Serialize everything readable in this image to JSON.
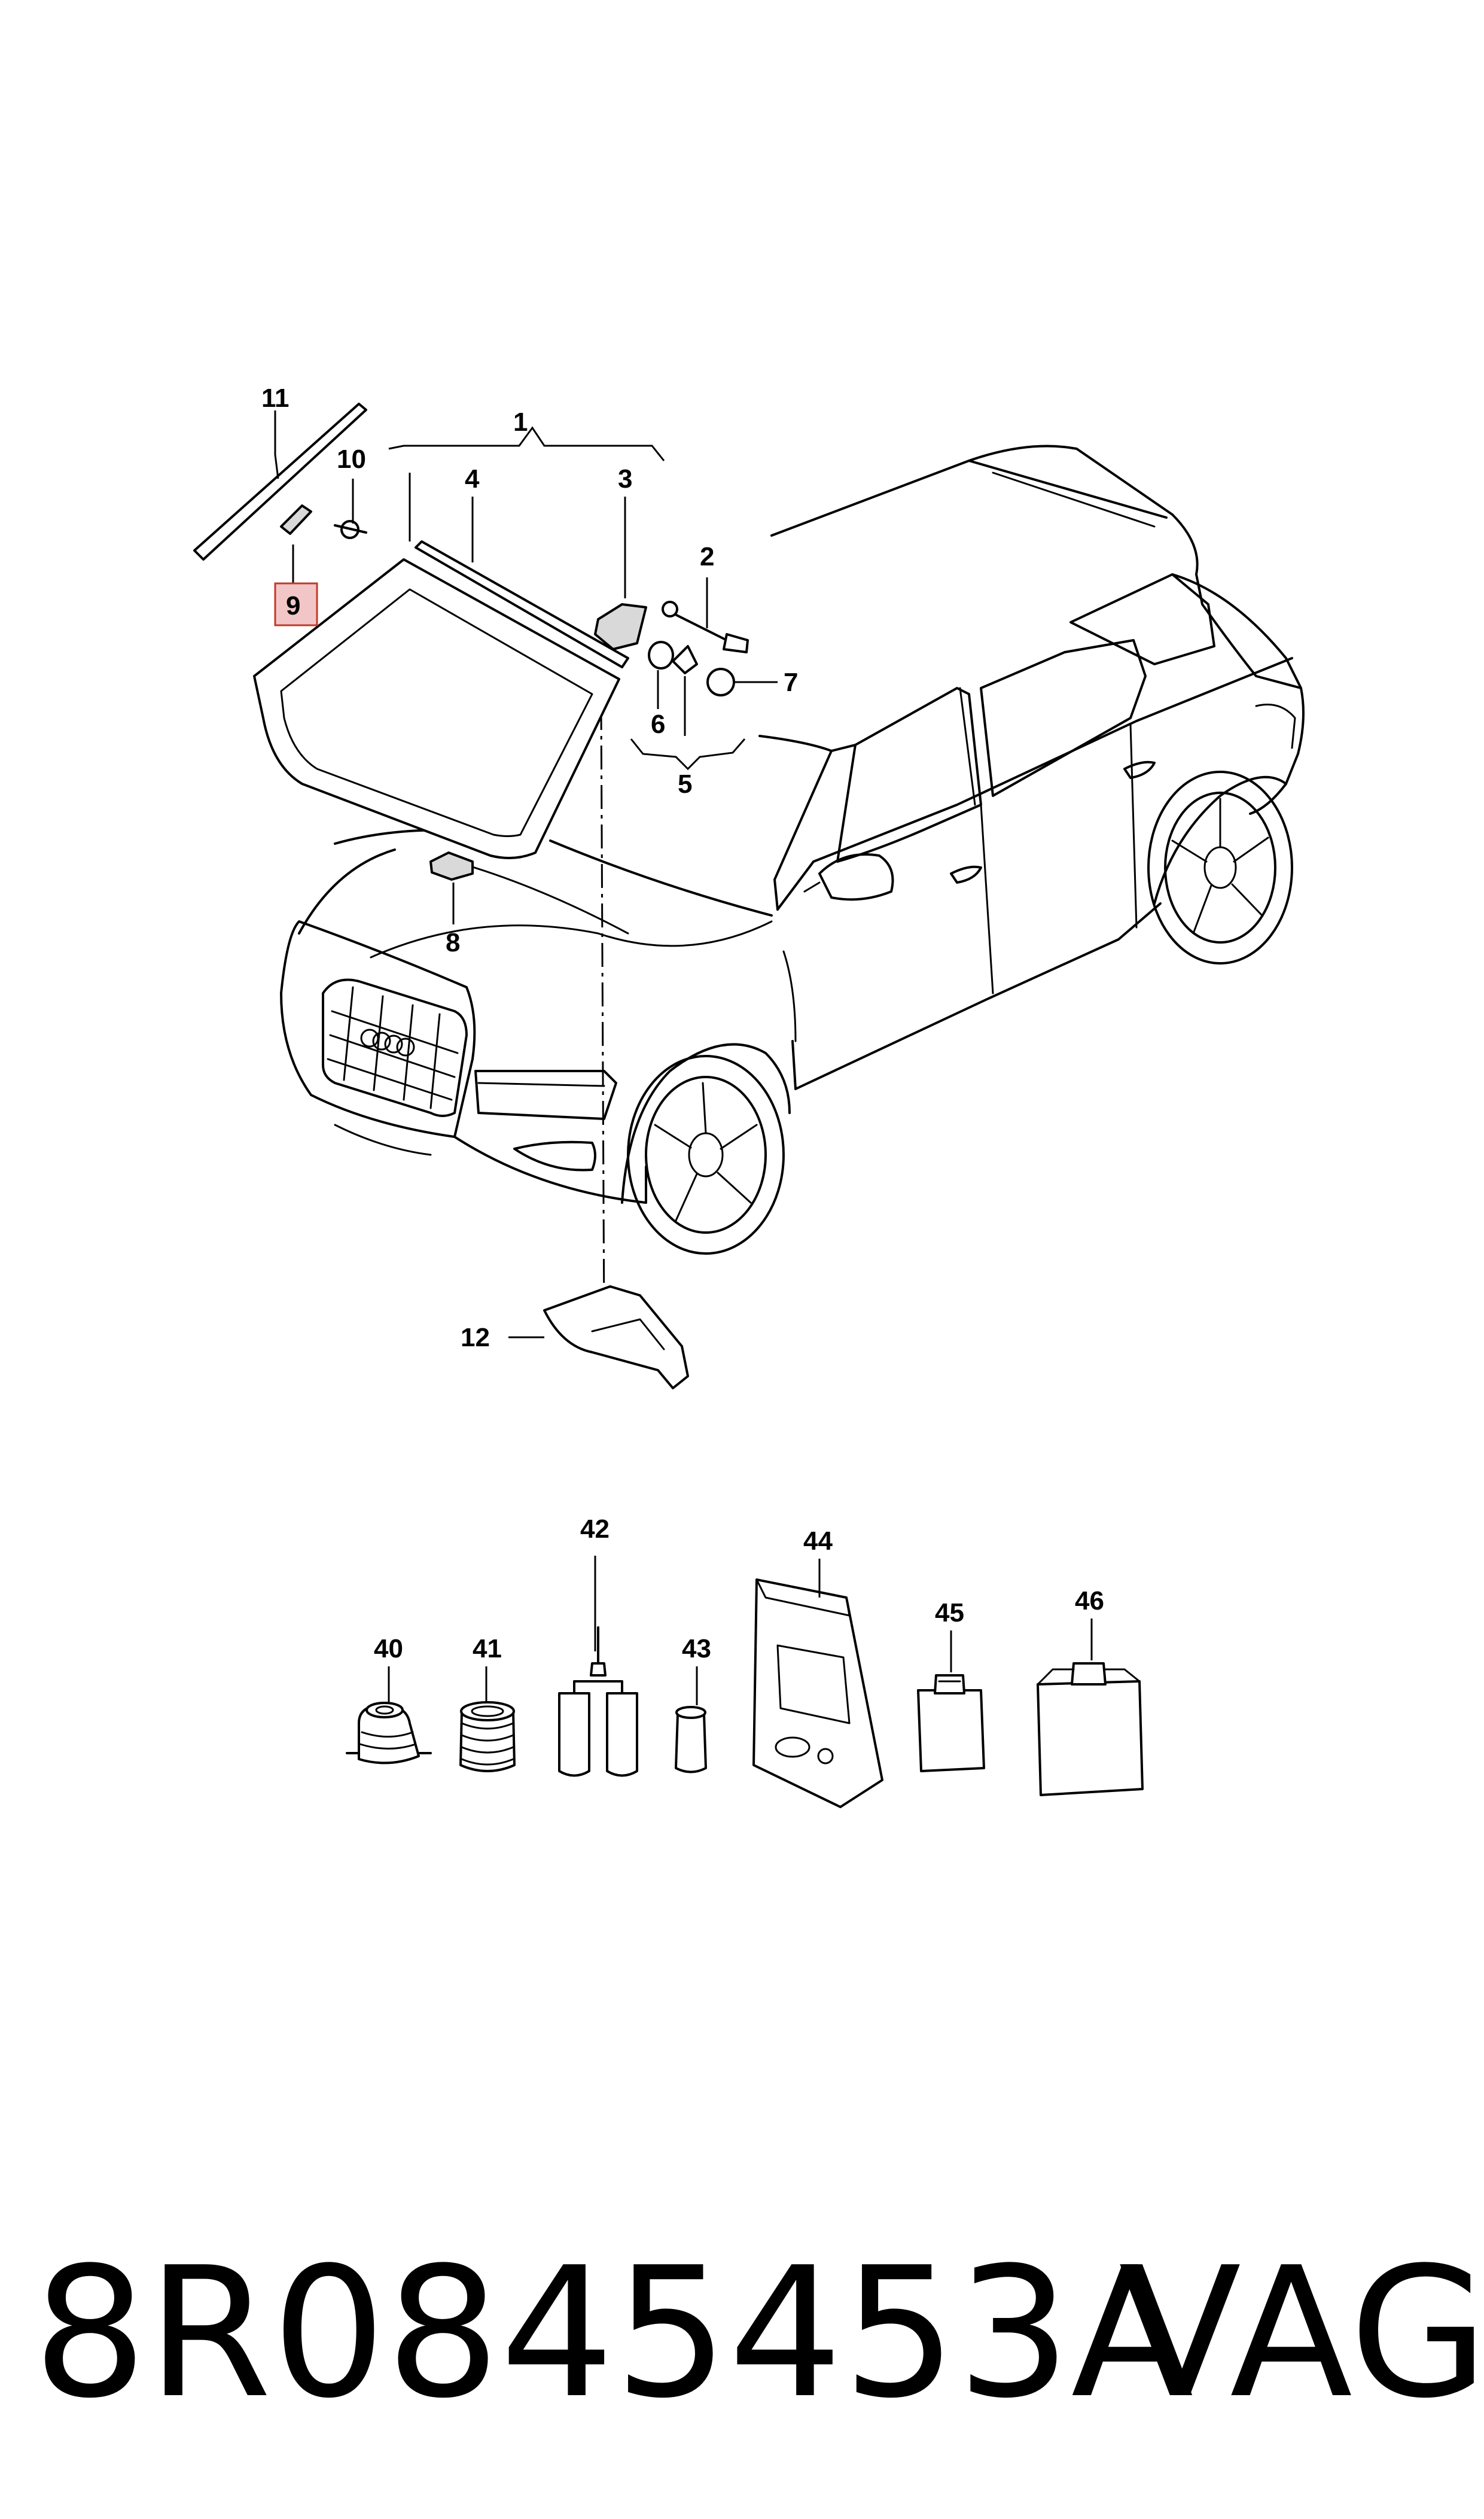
{
  "diagram": {
    "callouts": {
      "c1": "1",
      "c2": "2",
      "c3": "3",
      "c4": "4",
      "c5": "5",
      "c6": "6",
      "c7": "7",
      "c8": "8",
      "c9": "9",
      "c10": "10",
      "c11": "11",
      "c12": "12",
      "c40": "40",
      "c41": "41",
      "c42": "42",
      "c43": "43",
      "c44": "44",
      "c45": "45",
      "c46": "46"
    },
    "highlighted_callout": "9",
    "highlight_color": "#f2c6c6"
  },
  "footer": {
    "part_number": "8R0845453A",
    "brand": "VAG"
  }
}
